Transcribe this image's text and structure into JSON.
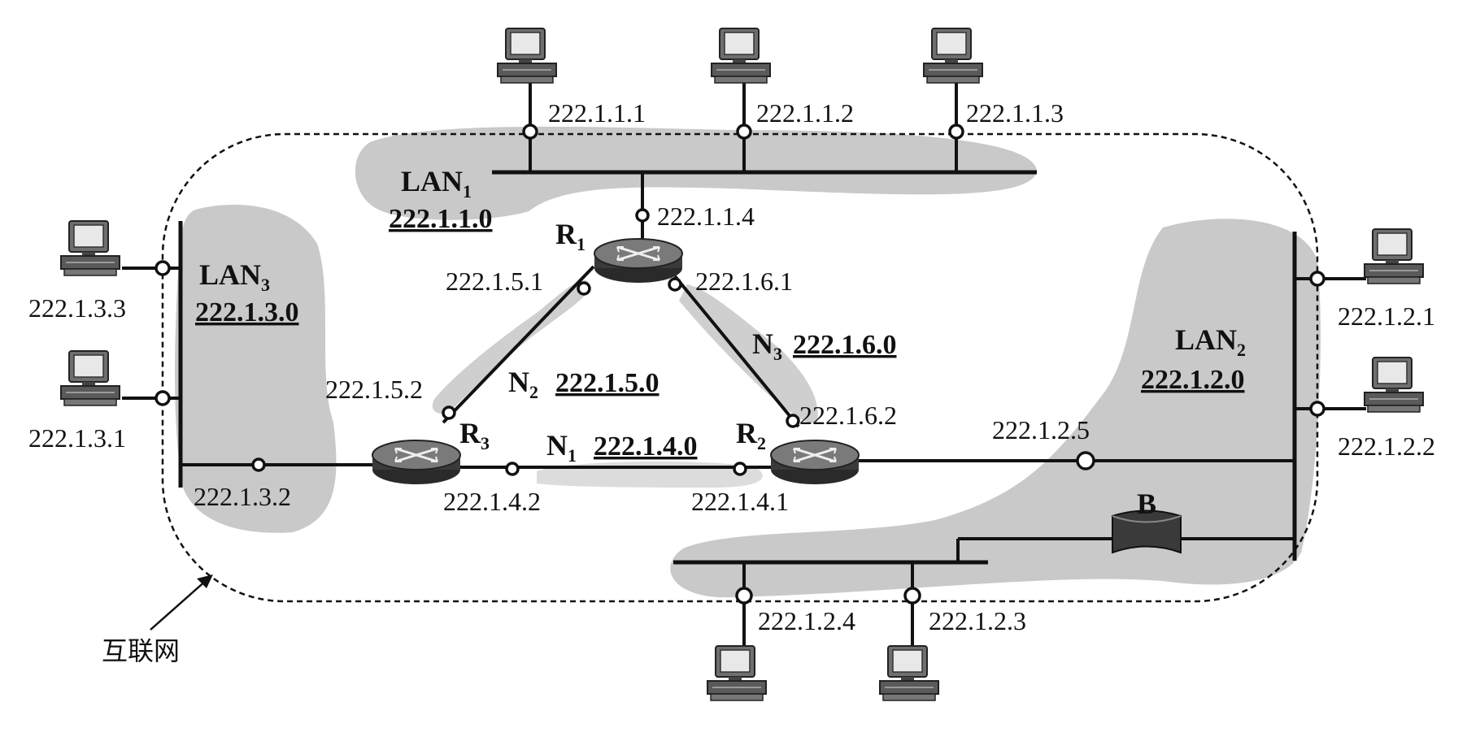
{
  "caption": "互联网",
  "lans": {
    "lan1": {
      "name": "LAN",
      "sub": "1",
      "net": "222.1.1.0"
    },
    "lan2": {
      "name": "LAN",
      "sub": "2",
      "net": "222.1.2.0"
    },
    "lan3": {
      "name": "LAN",
      "sub": "3",
      "net": "222.1.3.0"
    }
  },
  "links": {
    "n1": {
      "name": "N",
      "sub": "1",
      "net": "222.1.4.0"
    },
    "n2": {
      "name": "N",
      "sub": "2",
      "net": "222.1.5.0"
    },
    "n3": {
      "name": "N",
      "sub": "3",
      "net": "222.1.6.0"
    }
  },
  "routers": {
    "r1": {
      "name": "R",
      "sub": "1"
    },
    "r2": {
      "name": "R",
      "sub": "2"
    },
    "r3": {
      "name": "R",
      "sub": "3"
    }
  },
  "bridge": {
    "name": "B"
  },
  "addresses": {
    "h111": "222.1.1.1",
    "h112": "222.1.1.2",
    "h113": "222.1.1.3",
    "r1_lan1": "222.1.1.4",
    "r1_n2": "222.1.5.1",
    "r1_n3": "222.1.6.1",
    "h133": "222.1.3.3",
    "h131": "222.1.3.1",
    "r3_lan3": "222.1.3.2",
    "r3_n2": "222.1.5.2",
    "r3_n1": "222.1.4.2",
    "r2_n3": "222.1.6.2",
    "r2_n1": "222.1.4.1",
    "r2_lan2": "222.1.2.5",
    "h121": "222.1.2.1",
    "h122": "222.1.2.2",
    "h124": "222.1.2.4",
    "h123": "222.1.2.3"
  },
  "colors": {
    "shade": "#c9c9c9",
    "line": "#111111"
  }
}
